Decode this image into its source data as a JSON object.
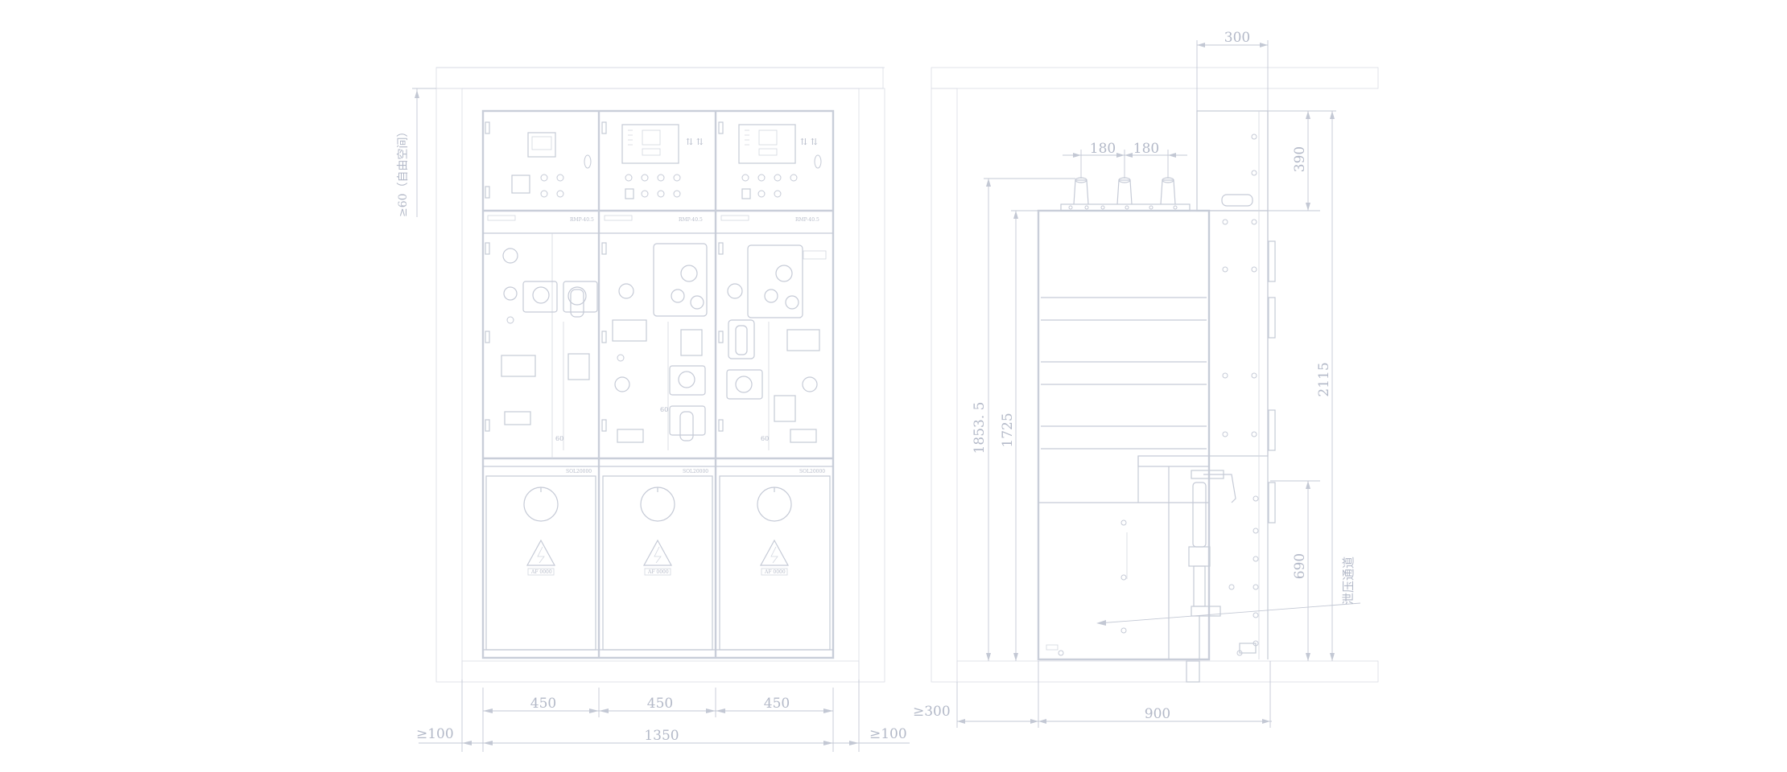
{
  "front_view": {
    "dimensions": {
      "clearance_top": "≥60（自由空间）",
      "panel_widths": [
        "450",
        "450",
        "450"
      ],
      "total_width": "1350",
      "clearance_left": "≥100",
      "clearance_right": "≥100"
    },
    "panel_nameplates": [
      "RMP-40.5",
      "RMP-40.5",
      "RMP-40.5"
    ],
    "panel_ratings": [
      "60",
      "60",
      "60"
    ],
    "warning_badges": [
      "AF 0000",
      "AF 0000",
      "AF 0000"
    ],
    "cable_tags": [
      "SOL20000",
      "SOL20000",
      "SOL20000"
    ]
  },
  "side_view": {
    "dimensions": {
      "top_width": "300",
      "bushing_spacing": [
        "180",
        "180"
      ],
      "upper_height": "390",
      "total_height_outer": "1853. 5",
      "total_height_inner": "1725",
      "overall_height": "2115",
      "lower_height": "690",
      "clearance_back": "≥300",
      "depth": "900"
    },
    "annotation": "泄压通道"
  },
  "colors": {
    "line": "#c5cad6",
    "text": "#b3b9c8",
    "brick": "#dadde5",
    "background": "#ffffff"
  }
}
